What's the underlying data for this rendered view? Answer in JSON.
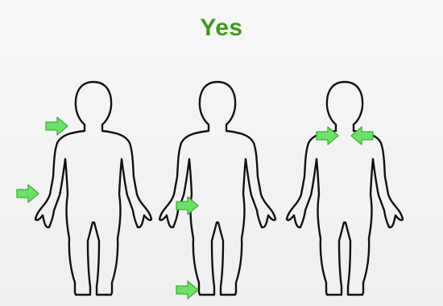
{
  "title": "Yes",
  "colors": {
    "title": "#3f9a1f",
    "arrow_fill": "#6fe06a",
    "arrow_stroke": "#3dae3a",
    "outline": "#111111",
    "background": "#f4f4f4"
  },
  "figures": [
    {
      "id": "left",
      "arrows": [
        "right-shoulder-arrow",
        "right-hand-arrow"
      ]
    },
    {
      "id": "middle",
      "arrows": [
        "left-hand-arrow",
        "left-foot-arrow"
      ]
    },
    {
      "id": "right",
      "arrows": [
        "right-shoulder-arrow",
        "left-shoulder-arrow"
      ]
    }
  ]
}
